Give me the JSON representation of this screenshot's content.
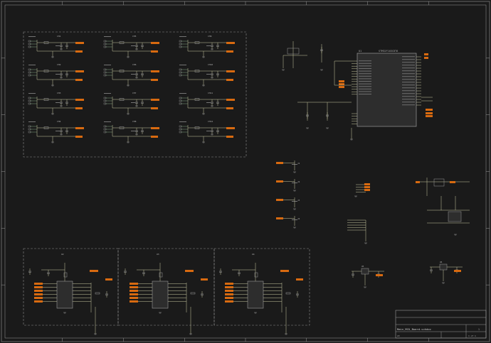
{
  "colors": {
    "background": "#1a1a1a",
    "frame": "#9a9a9a",
    "wire": "#c8c8a0",
    "wire_green": "#7fa37f",
    "part": "#9a9a9a",
    "part_fill": "#2d2d2d",
    "label": "#d86a10",
    "text": "#b0b0b0",
    "dashed": "#8a8a8a"
  },
  "title_block": {
    "sheet_title": "Main_MCU_Board.schdoc",
    "revision": "1",
    "sheet_no": "1 of 1",
    "size": "A3"
  },
  "mcu": {
    "ref": "U1",
    "name": "STM32F103C8T6"
  },
  "channel_grid": {
    "rows": 4,
    "cols": 3,
    "ref_prefix": "CH"
  },
  "driver_blocks": [
    {
      "ref": "U2"
    },
    {
      "ref": "U3"
    },
    {
      "ref": "U4"
    }
  ],
  "connectors": [
    {
      "ref": "J1"
    },
    {
      "ref": "J2"
    },
    {
      "ref": "J3"
    },
    {
      "ref": "J4"
    }
  ],
  "regulators": [
    {
      "ref": "U5"
    },
    {
      "ref": "U6"
    }
  ]
}
